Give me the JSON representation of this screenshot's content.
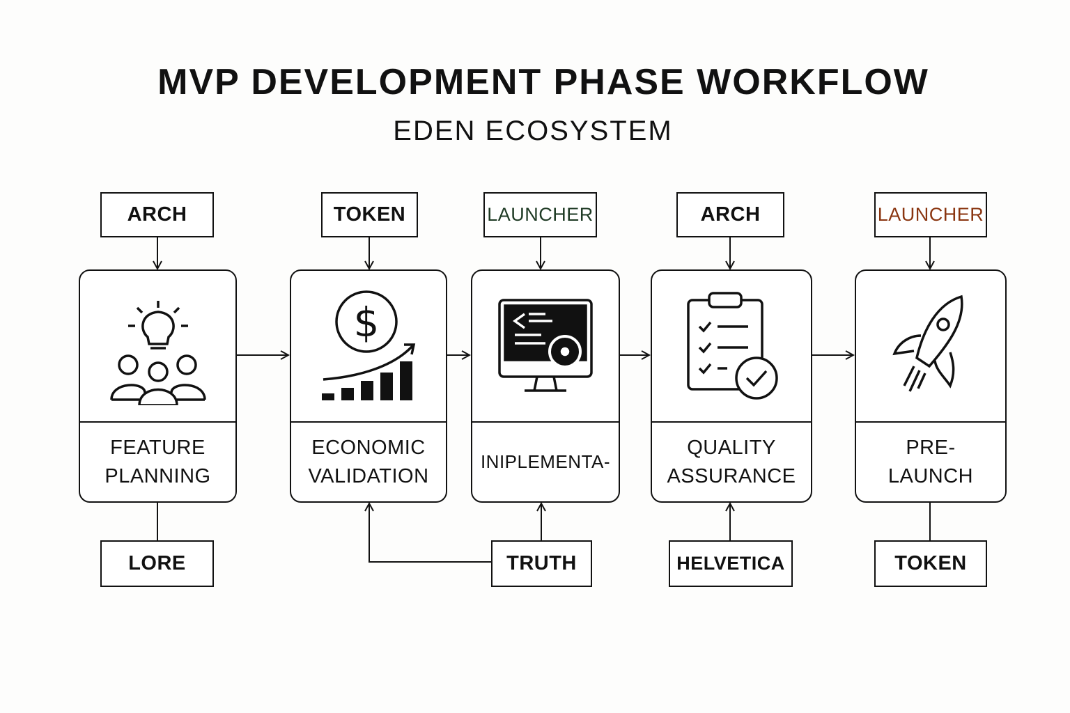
{
  "title": "MVP DEVELOPMENT PHASE WORKFLOW",
  "subtitle": "EDEN ECOSYSTEM",
  "top_tags": [
    {
      "label": "ARCH",
      "color": "#111111"
    },
    {
      "label": "TOKEN",
      "color": "#111111"
    },
    {
      "label": "LAUNCHER",
      "color": "#1e3a24"
    },
    {
      "label": "ARCH",
      "color": "#111111"
    },
    {
      "label": "LAUNCHER",
      "color": "#8a3510"
    }
  ],
  "phases": [
    {
      "label": "FEATURE\nPLANNING",
      "icon": "lightbulb-team-icon"
    },
    {
      "label": "ECONOMIC\nVALIDATION",
      "icon": "dollar-growth-icon"
    },
    {
      "label": "INIPLEMENTA-",
      "icon": "computer-code-gear-icon"
    },
    {
      "label": "QUALITY\nASSURANCE",
      "icon": "clipboard-check-icon"
    },
    {
      "label": "PRE-\nLAUNCH",
      "icon": "rocket-icon"
    }
  ],
  "bottom_tags": [
    {
      "label": "LORE"
    },
    {
      "label": "TRUTH"
    },
    {
      "label": "HELVETICA"
    },
    {
      "label": "TOKEN"
    }
  ]
}
